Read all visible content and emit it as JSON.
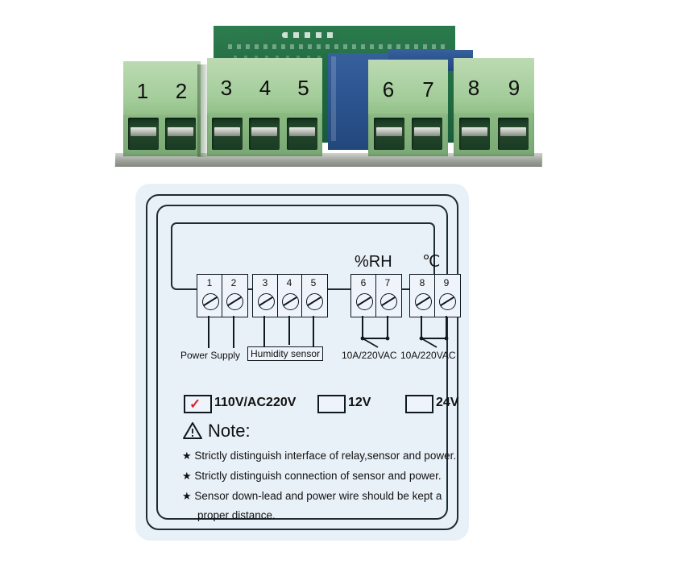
{
  "photo": {
    "alt_name": "humidity-controller-pcb-terminal-photo",
    "terminal_numbers": [
      "1",
      "2",
      "3",
      "4",
      "5",
      "6",
      "7",
      "8",
      "9"
    ],
    "colors": {
      "terminal_block_green": "#9dc894",
      "pcb_green": "#1f6b41",
      "relay_blue": "#2c5590",
      "baseplate_grey": "#9ea29b"
    }
  },
  "panel": {
    "name": "wiring-diagram-label",
    "background": "#e9f1f8",
    "line_color": "#1d2b33",
    "terminal_groups": [
      {
        "name": "power-supply-group",
        "terminals": [
          "1",
          "2"
        ],
        "caption": "Power Supply",
        "caption_boxed": false,
        "header": ""
      },
      {
        "name": "humidity-sensor-group",
        "terminals": [
          "3",
          "4",
          "5"
        ],
        "caption": "Humidity sensor",
        "caption_boxed": true,
        "header": ""
      },
      {
        "name": "humidity-relay-group",
        "terminals": [
          "6",
          "7"
        ],
        "caption": "10A/220VAC",
        "caption_boxed": false,
        "header": "%RH"
      },
      {
        "name": "temperature-relay-group",
        "terminals": [
          "8",
          "9"
        ],
        "caption": "10A/220VAC",
        "caption_boxed": false,
        "header": "℃"
      }
    ],
    "voltage_options": [
      {
        "label": "110V/AC220V",
        "checked": true,
        "check_mark": "✓",
        "check_color": "#d8232f"
      },
      {
        "label": "12V",
        "checked": false,
        "check_mark": "",
        "check_color": "#d8232f"
      },
      {
        "label": "24V",
        "checked": false,
        "check_mark": "",
        "check_color": "#d8232f"
      }
    ],
    "note": {
      "icon": "warning-triangle-icon",
      "title": "Note:",
      "bullet": "★",
      "lines": [
        "Strictly distinguish interface of relay,sensor and power.",
        "Strictly distinguish connection of sensor and power.",
        "Sensor down-lead and power wire should be kept a",
        "proper distance."
      ]
    }
  }
}
